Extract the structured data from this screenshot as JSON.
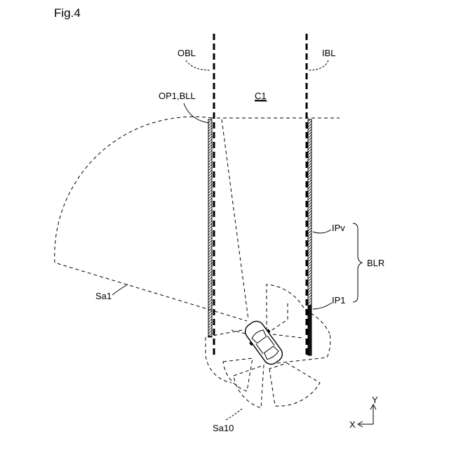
{
  "figure": {
    "title": "Fig.4"
  },
  "labels": {
    "obl": "OBL",
    "ibl": "IBL",
    "op1_bll": "OP1,BLL",
    "c1": "C1",
    "ipv": "IPv",
    "blr": "BLR",
    "ip1": "IP1",
    "sa1": "Sa1",
    "sa10": "Sa10"
  },
  "axes": {
    "y": "Y",
    "x": "X"
  }
}
